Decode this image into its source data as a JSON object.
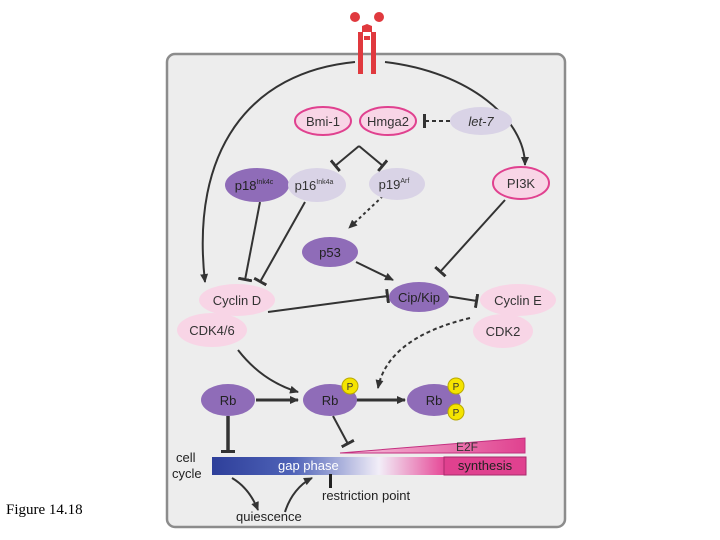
{
  "figure_caption": "Figure 14.18",
  "nodes": {
    "bmi1": "Bmi-1",
    "hmga2": "Hmga2",
    "let7": "let-7",
    "p18": {
      "base": "p18",
      "sup": "Ink4c"
    },
    "p16": {
      "base": "p16",
      "sup": "Ink4a"
    },
    "p19": {
      "base": "p19",
      "sup": "Arf"
    },
    "pi3k": "PI3K",
    "p53": "p53",
    "cyclin_d": "Cyclin D",
    "cdk46": "CDK4/6",
    "cip_kip": "Cip/Kip",
    "cyclin_e": "Cyclin E",
    "cdk2": "CDK2",
    "rb1": "Rb",
    "rb2": "Rb",
    "rb3": "Rb",
    "phospho": "P"
  },
  "cell_cycle": {
    "label_line1": "cell",
    "label_line2": "cycle",
    "gap_phase": "gap phase",
    "synthesis": "synthesis",
    "e2f": "E2F",
    "restriction_point": "restriction point",
    "quiescence": "quiescence"
  },
  "colors": {
    "purple_dark": "#8f6cb8",
    "purple_light": "#d9d3e6",
    "pink": "#f07cb4",
    "pink_light": "#f8d5e6",
    "receptor_red": "#e0393e",
    "phospho_yellow": "#f5e400",
    "blue": "#3a4fa6",
    "magenta": "#e0418f",
    "panel_bg": "#ededed"
  }
}
